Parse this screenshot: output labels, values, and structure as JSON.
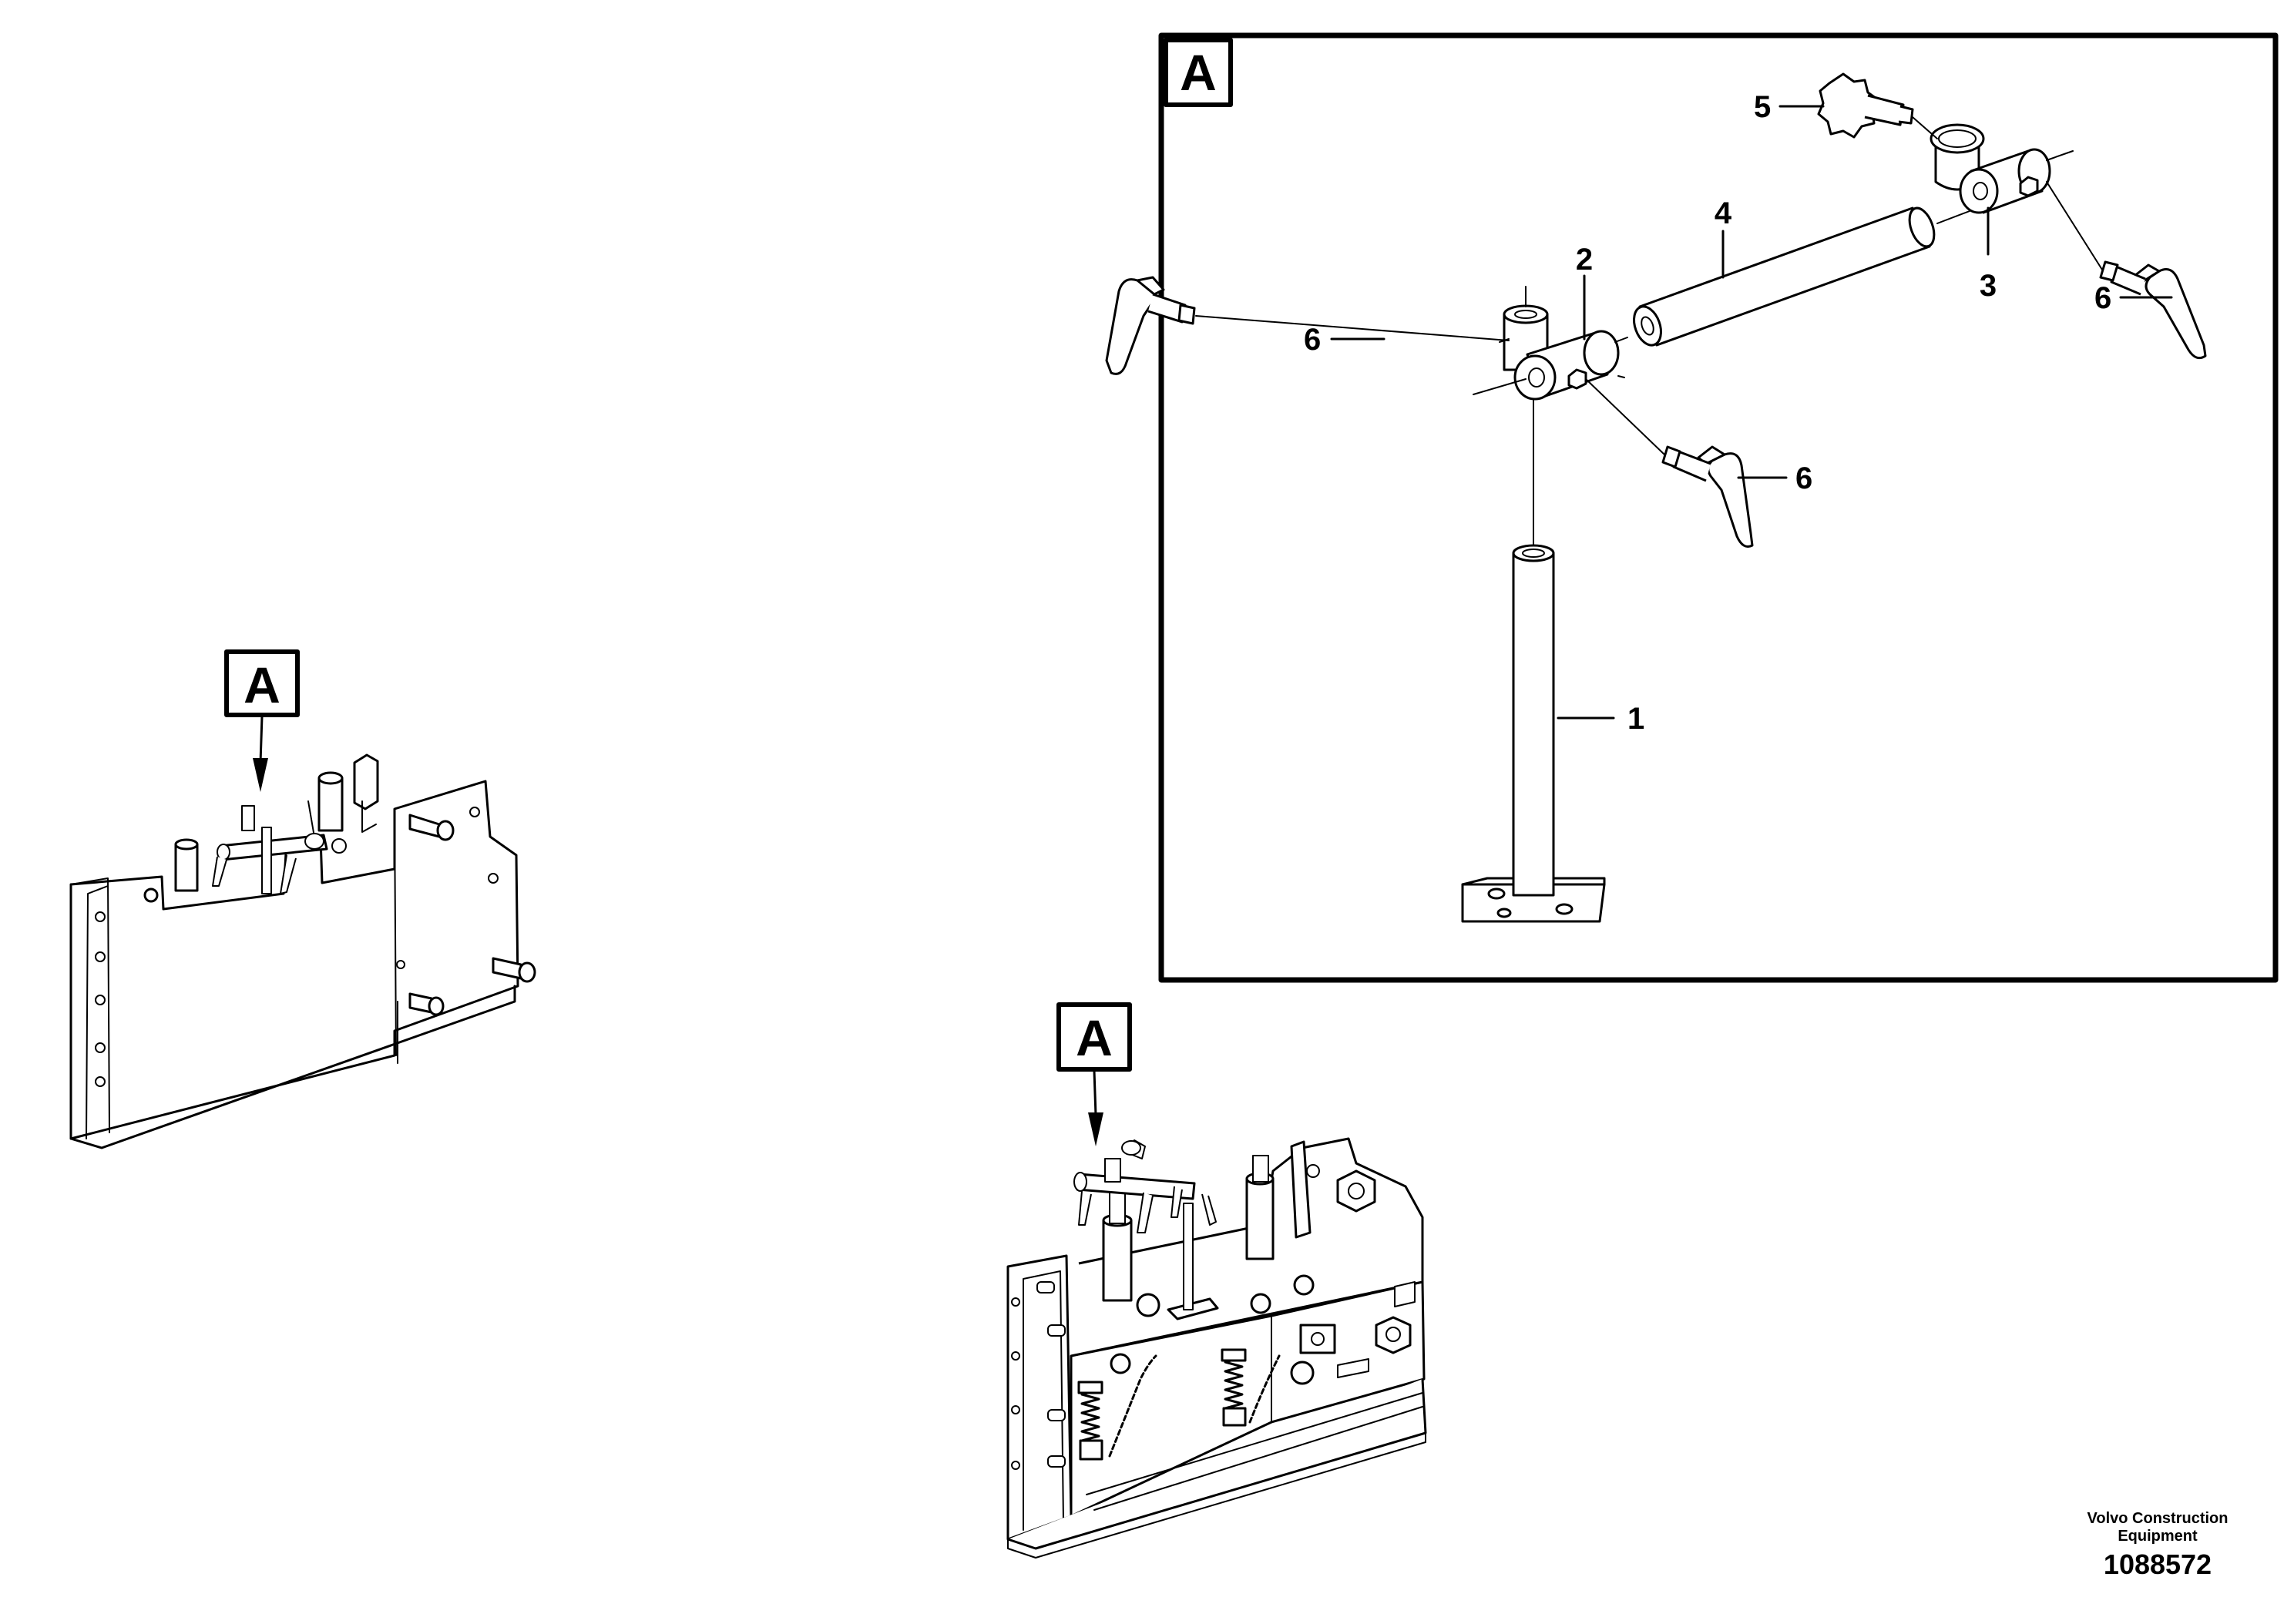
{
  "callouts": {
    "view_tag": "A",
    "left_tag": "A",
    "bottom_tag": "A"
  },
  "parts": [
    {
      "id": "1",
      "label": "1"
    },
    {
      "id": "2",
      "label": "2"
    },
    {
      "id": "3",
      "label": "3"
    },
    {
      "id": "4",
      "label": "4"
    },
    {
      "id": "5",
      "label": "5"
    },
    {
      "id": "6",
      "label": "6"
    }
  ],
  "footer": {
    "company_line1": "Volvo Construction",
    "company_line2": "Equipment",
    "doc_number": "1088572"
  }
}
